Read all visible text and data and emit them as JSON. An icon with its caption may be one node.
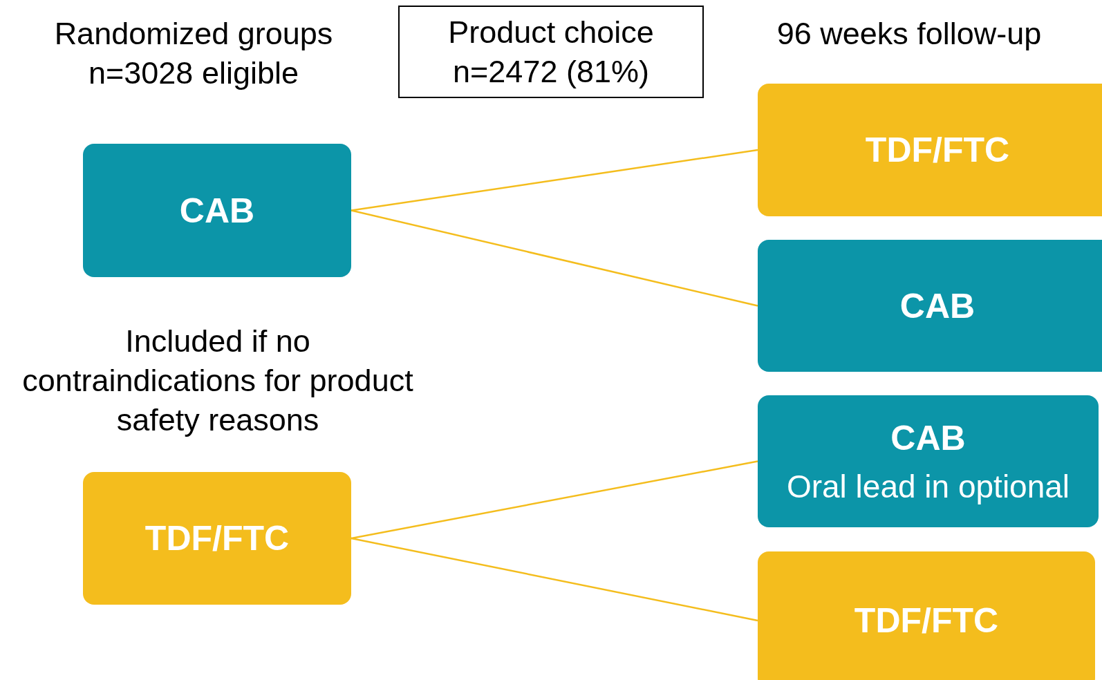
{
  "diagram": {
    "nodes": [
      {
        "text": [
          "CAB"
        ]
      },
      {
        "text": [
          "TDF/FTC"
        ]
      },
      {
        "text": [
          "TDF/FTC"
        ]
      },
      {
        "text": [
          "CAB"
        ]
      },
      {
        "text": [
          "CAB",
          "Oral lead in optional"
        ]
      },
      {
        "text": [
          "TDF/FTC"
        ]
      },
      {
        "text": [
          "Product choice n=2472 (81%)"
        ]
      }
    ],
    "edges": [
      {
        "from": 0,
        "to": 2,
        "arrow": "none"
      },
      {
        "from": 0,
        "to": 3,
        "arrow": "none"
      },
      {
        "from": 1,
        "to": 4,
        "arrow": "none"
      },
      {
        "from": 1,
        "to": 5,
        "arrow": "none"
      }
    ],
    "labels": [
      "Randomized groups n=3028 eligible",
      "96 weeks follow-up",
      "Included if no contraindications for product safety reasons"
    ]
  }
}
